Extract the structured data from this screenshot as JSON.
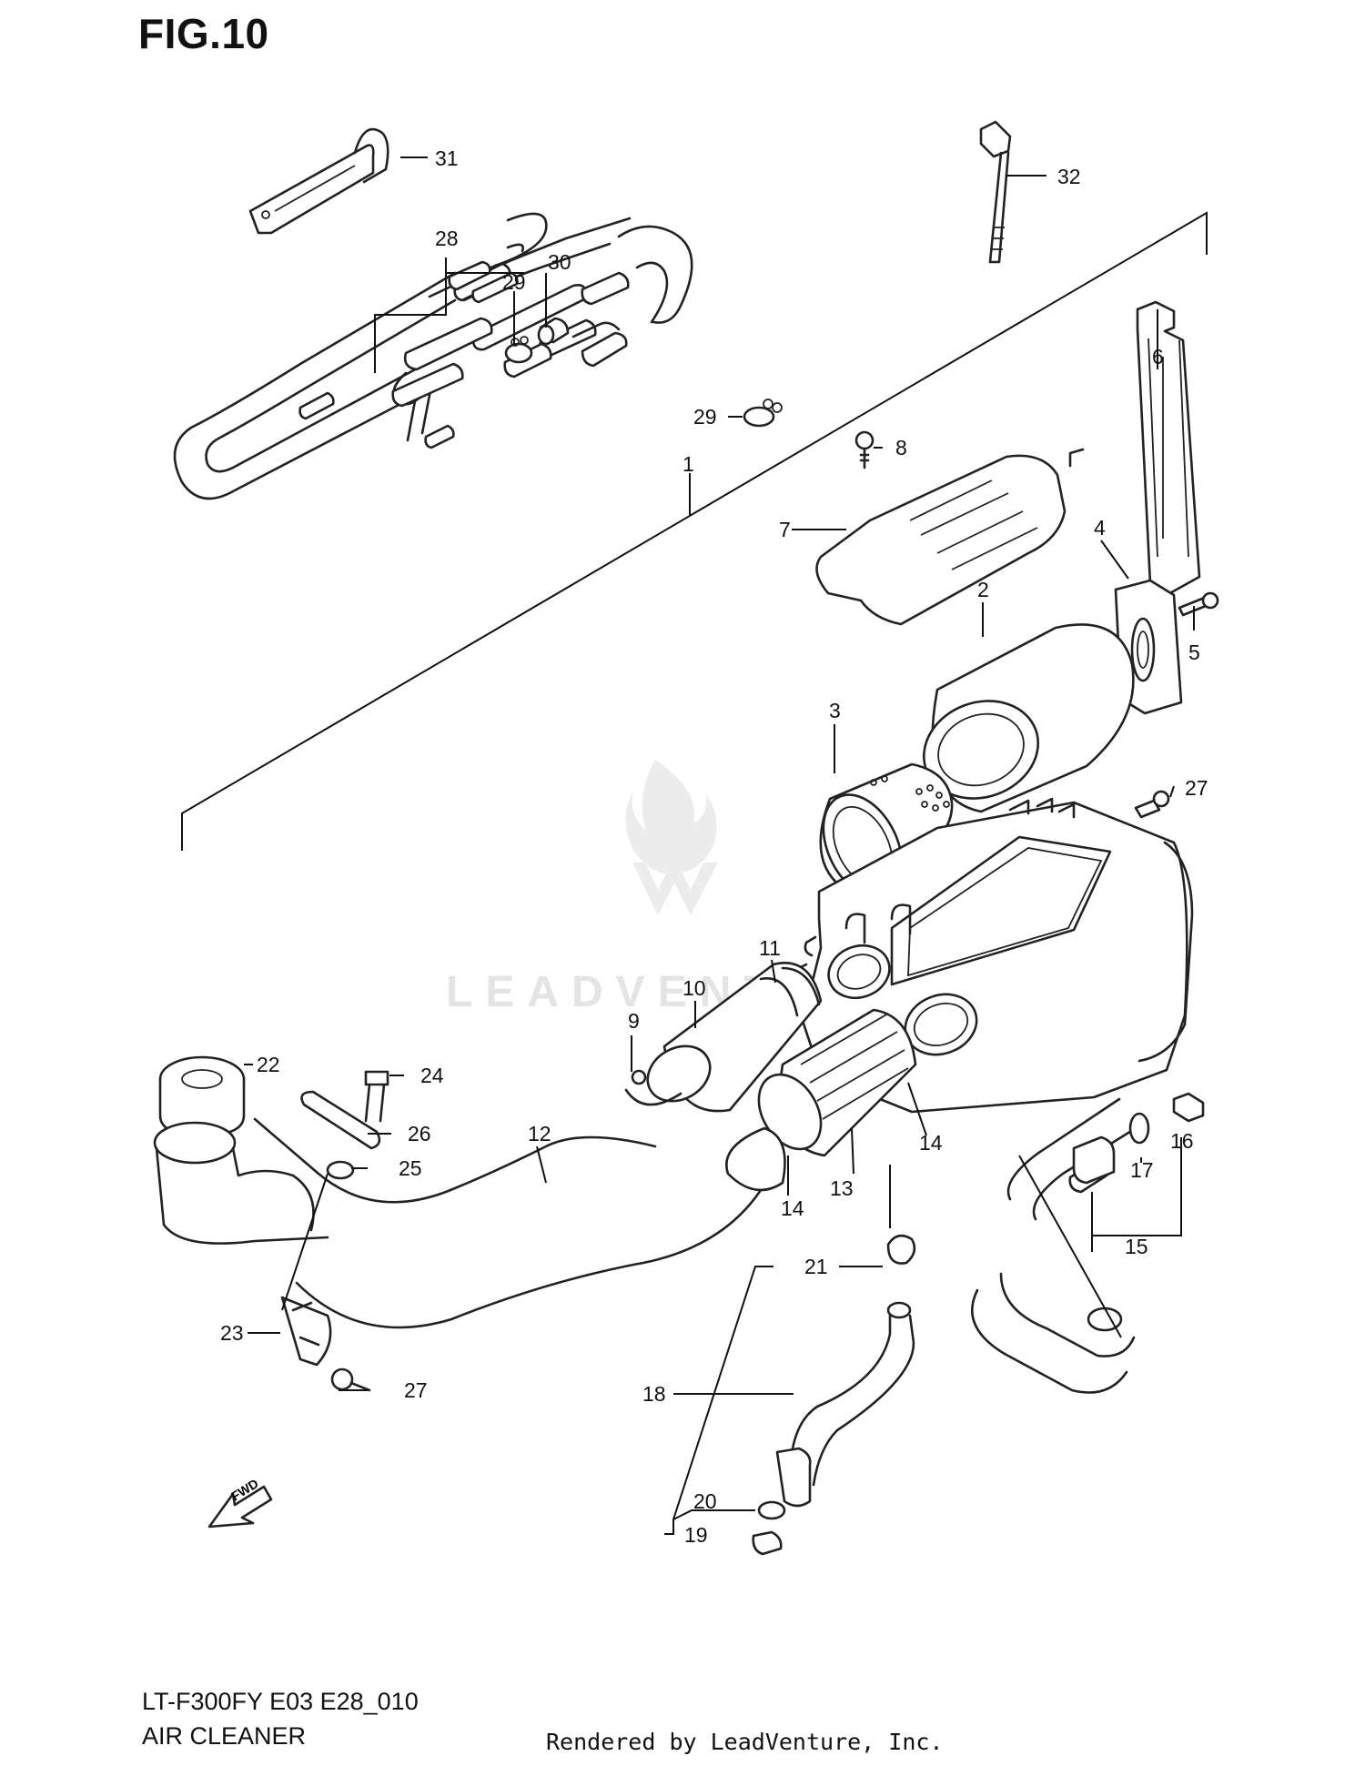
{
  "figure": {
    "title": "FIG.10",
    "model_code": "LT-F300FY E03 E28_010",
    "caption": "AIR CLEANER",
    "rendered_by": "Rendered by LeadVenture, Inc.",
    "watermark": "LEADVENTURE",
    "fwd_label": "FWD"
  },
  "callouts": {
    "c1": "1",
    "c2": "2",
    "c3": "3",
    "c4": "4",
    "c5": "5",
    "c6": "6",
    "c7": "7",
    "c8": "8",
    "c9": "9",
    "c10": "10",
    "c11": "11",
    "c12": "12",
    "c13": "13",
    "c14a": "14",
    "c14b": "14",
    "c15": "15",
    "c16": "16",
    "c17": "17",
    "c18": "18",
    "c19": "19",
    "c20": "20",
    "c21": "21",
    "c22": "22",
    "c23": "23",
    "c24": "24",
    "c25": "25",
    "c26": "26",
    "c27a": "27",
    "c27b": "27",
    "c28": "28",
    "c29a": "29",
    "c29b": "29",
    "c30": "30",
    "c31": "31",
    "c32": "32"
  },
  "colors": {
    "line": "#222222",
    "watermark": "#e4e4e4",
    "background": "#ffffff"
  }
}
